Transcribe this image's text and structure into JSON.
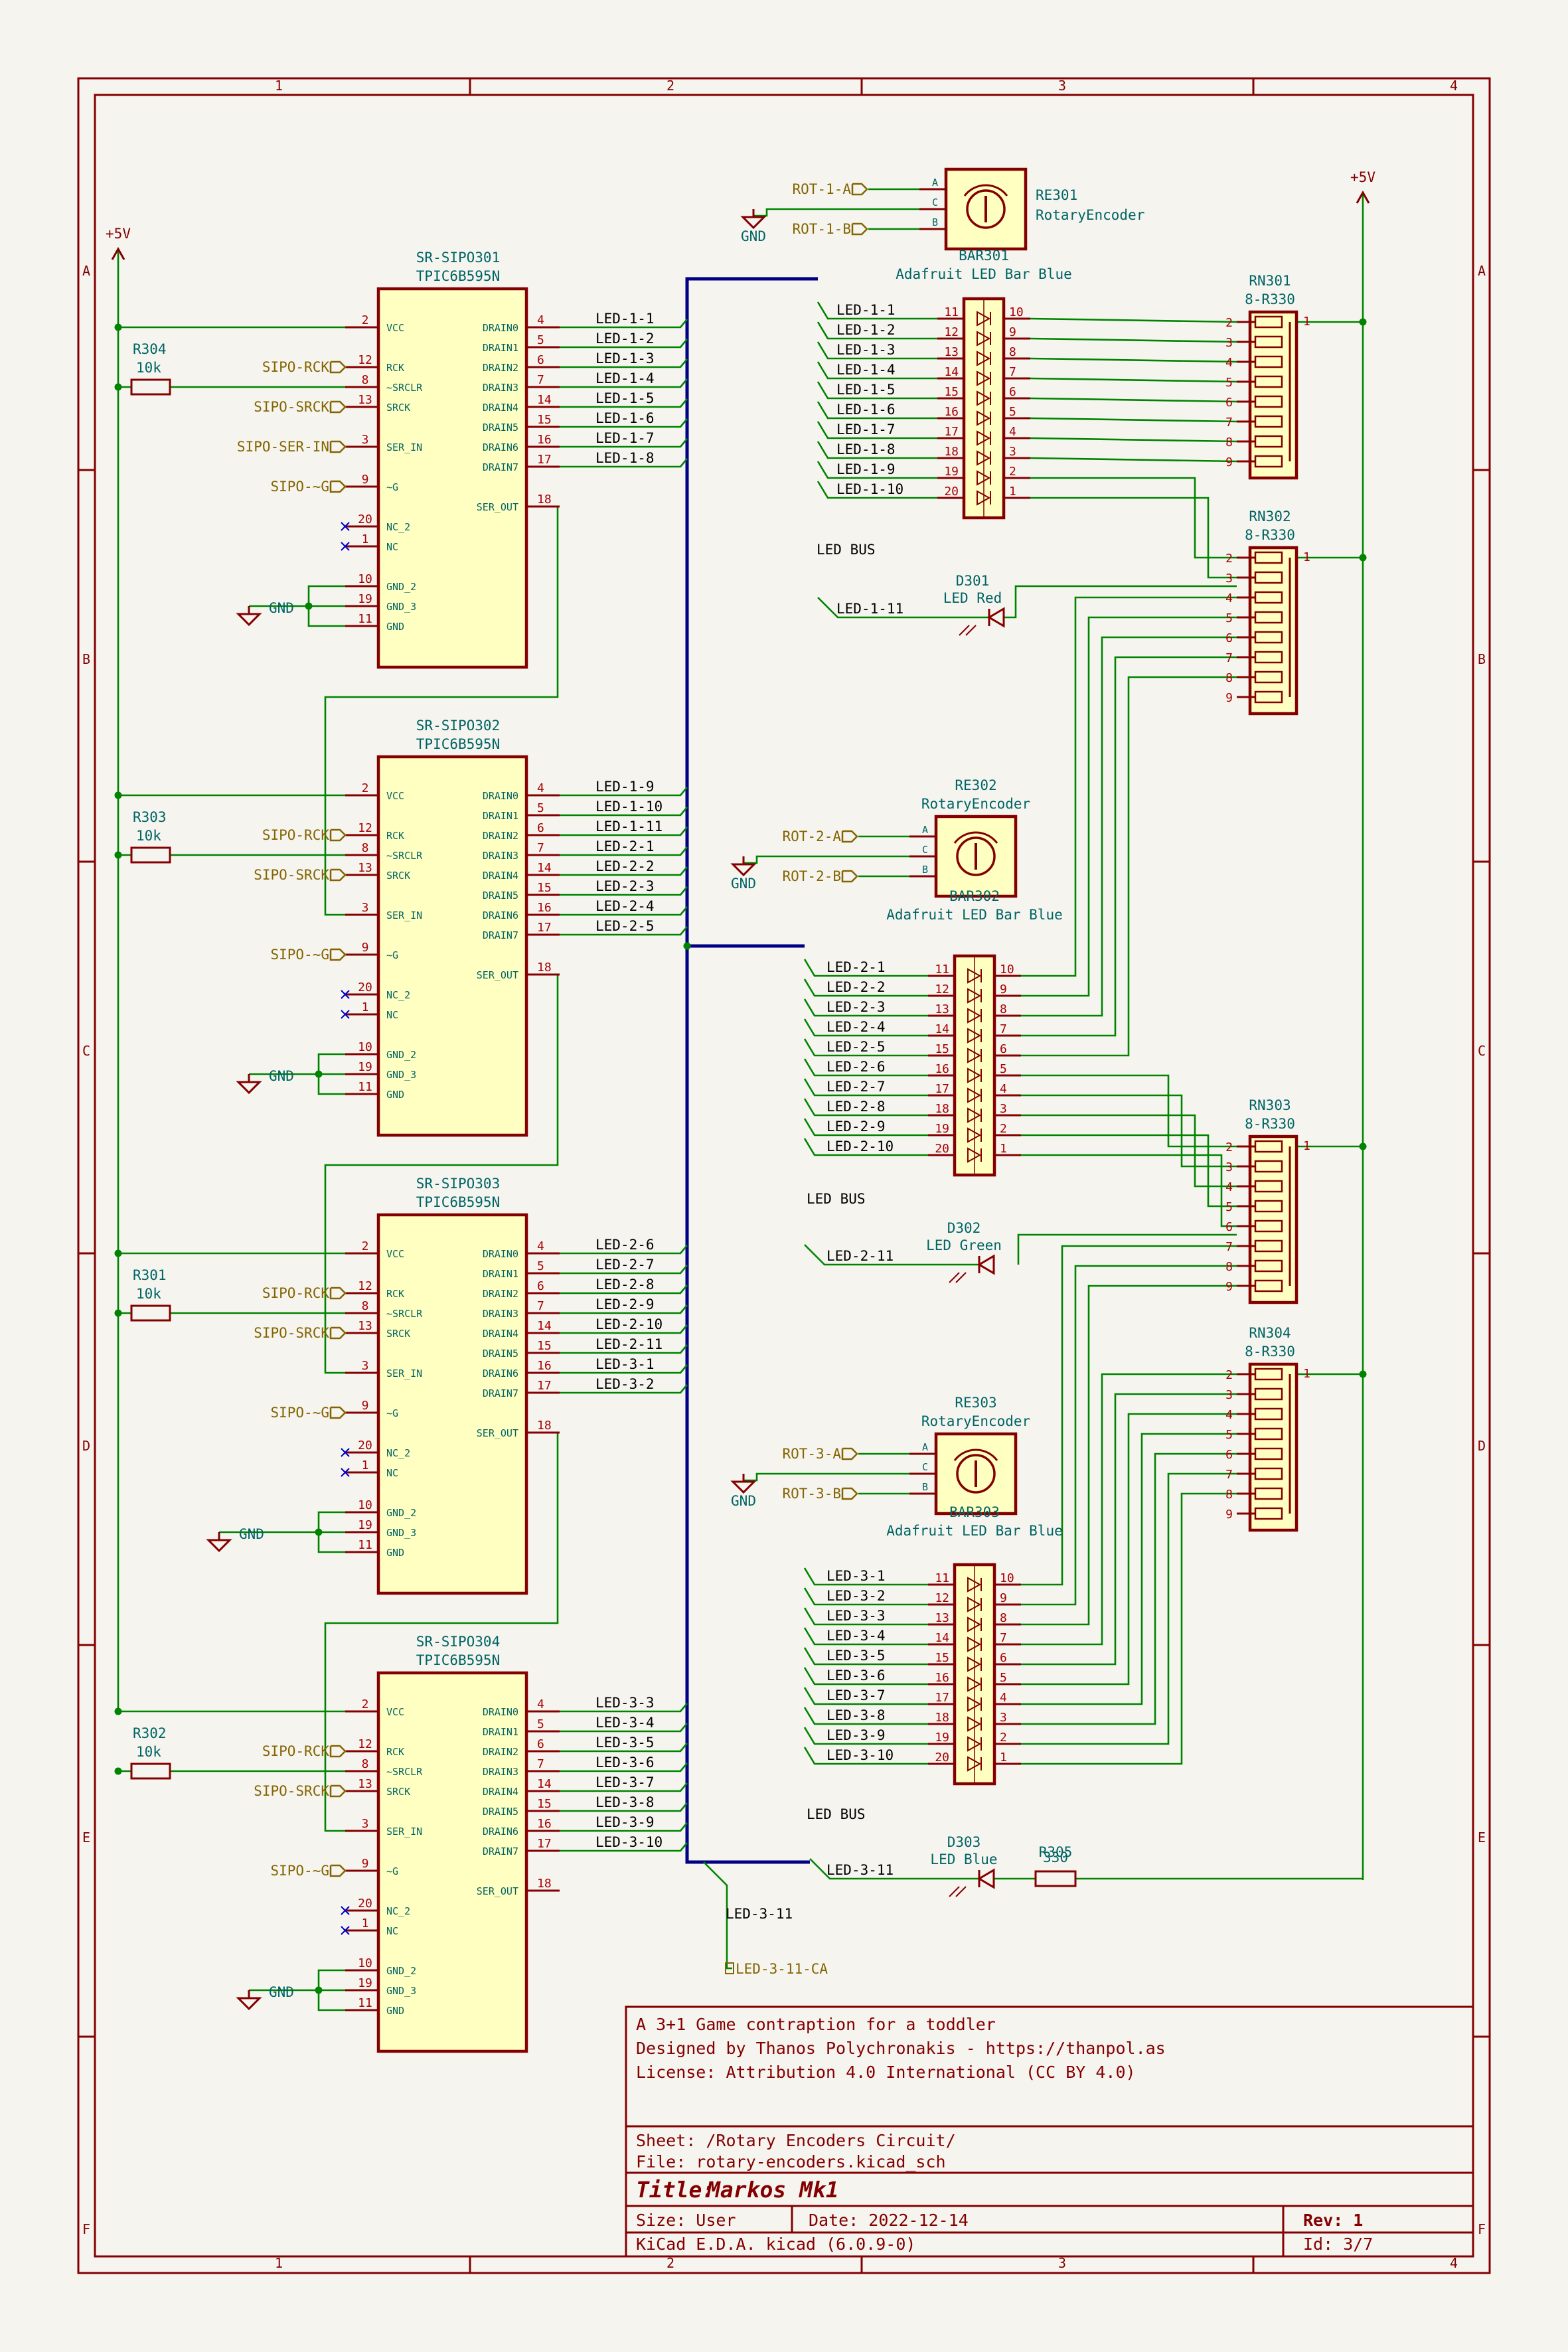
{
  "title_block": {
    "comment1": "A 3+1 Game contraption for a toddler",
    "comment2": "Designed by Thanos Polychronakis - https://thanpol.as",
    "comment3": "License: Attribution 4.0 International (CC BY 4.0)",
    "sheet": "Sheet: /Rotary Encoders Circuit/",
    "file": "File: rotary-encoders.kicad_sch",
    "title_label": "Title:",
    "title": "Markos Mk1",
    "size": "Size: User",
    "date": "Date: 2022-12-14",
    "rev": "Rev: 1",
    "tool": "KiCad E.D.A.  kicad (6.0.9-0)",
    "id": "Id: 3/7"
  },
  "zones": {
    "cols": [
      "1",
      "2",
      "3",
      "4"
    ],
    "rows": [
      "A",
      "B",
      "C",
      "D",
      "E",
      "F"
    ]
  },
  "power": {
    "vcc": "+5V",
    "gnd": "GND"
  },
  "labels": {
    "rot1a": "ROT-1-A",
    "rot1b": "ROT-1-B",
    "rot2a": "ROT-2-A",
    "rot2b": "ROT-2-B",
    "rot3a": "ROT-3-A",
    "rot3b": "ROT-3-B",
    "sipo_rck": "SIPO-RCK",
    "sipo_srck": "SIPO-SRCK",
    "sipo_ser": "SIPO-SER-IN",
    "sipo_g": "SIPO-~G",
    "led_bus": "LED BUS",
    "led311ca": "LED-3-11-CA",
    "led311": "LED-3-11"
  },
  "shift_registers": [
    {
      "ref": "SR-SIPO301",
      "value": "TPIC6B595N",
      "gnd_label": "GND",
      "res_ref": "R304",
      "res_val": "10k",
      "outputs": [
        "LED-1-1",
        "LED-1-2",
        "LED-1-3",
        "LED-1-4",
        "LED-1-5",
        "LED-1-6",
        "LED-1-7",
        "LED-1-8"
      ]
    },
    {
      "ref": "SR-SIPO302",
      "value": "TPIC6B595N",
      "gnd_label": "GND",
      "res_ref": "R303",
      "res_val": "10k",
      "outputs": [
        "LED-1-9",
        "LED-1-10",
        "LED-1-11",
        "LED-2-1",
        "LED-2-2",
        "LED-2-3",
        "LED-2-4",
        "LED-2-5"
      ]
    },
    {
      "ref": "SR-SIPO303",
      "value": "TPIC6B595N",
      "gnd_label": "GND",
      "res_ref": "R301",
      "res_val": "10k",
      "outputs": [
        "LED-2-6",
        "LED-2-7",
        "LED-2-8",
        "LED-2-9",
        "LED-2-10",
        "LED-2-11",
        "LED-3-1",
        "LED-3-2"
      ]
    },
    {
      "ref": "SR-SIPO304",
      "value": "TPIC6B595N",
      "gnd_label": "GND",
      "res_ref": "R302",
      "res_val": "10k",
      "outputs": [
        "LED-3-3",
        "LED-3-4",
        "LED-3-5",
        "LED-3-6",
        "LED-3-7",
        "LED-3-8",
        "LED-3-9",
        "LED-3-10"
      ]
    }
  ],
  "sr_pins": {
    "left_names": [
      "VCC",
      "RCK",
      "~SRCLR",
      "SRCK",
      "SER_IN",
      "~G",
      "NC_2",
      "NC",
      "GND_2",
      "GND_3",
      "GND"
    ],
    "left_nums": [
      "2",
      "12",
      "8",
      "13",
      "3",
      "9",
      "20",
      "1",
      "10",
      "19",
      "11"
    ],
    "right_names": [
      "DRAIN0",
      "DRAIN1",
      "DRAIN2",
      "DRAIN3",
      "DRAIN4",
      "DRAIN5",
      "DRAIN6",
      "DRAIN7",
      "SER_OUT"
    ],
    "right_nums": [
      "4",
      "5",
      "6",
      "7",
      "14",
      "15",
      "16",
      "17",
      "18"
    ]
  },
  "encoders": [
    {
      "ref": "RE301",
      "value": "RotaryEncoder",
      "gnd": "GND",
      "pins": [
        "A",
        "C",
        "B"
      ]
    },
    {
      "ref": "RE302",
      "value": "RotaryEncoder",
      "gnd": "GND",
      "pins": [
        "A",
        "C",
        "B"
      ]
    },
    {
      "ref": "RE303",
      "value": "RotaryEncoder",
      "gnd": "GND",
      "pins": [
        "A",
        "C",
        "B"
      ]
    }
  ],
  "bargraphs": [
    {
      "ref": "BAR301",
      "value": "Adafruit LED Bar Blue",
      "nets": [
        "LED-1-1",
        "LED-1-2",
        "LED-1-3",
        "LED-1-4",
        "LED-1-5",
        "LED-1-6",
        "LED-1-7",
        "LED-1-8",
        "LED-1-9",
        "LED-1-10"
      ]
    },
    {
      "ref": "BAR302",
      "value": "Adafruit LED Bar Blue",
      "nets": [
        "LED-2-1",
        "LED-2-2",
        "LED-2-3",
        "LED-2-4",
        "LED-2-5",
        "LED-2-6",
        "LED-2-7",
        "LED-2-8",
        "LED-2-9",
        "LED-2-10"
      ]
    },
    {
      "ref": "BAR303",
      "value": "Adafruit LED Bar Blue",
      "nets": [
        "LED-3-1",
        "LED-3-2",
        "LED-3-3",
        "LED-3-4",
        "LED-3-5",
        "LED-3-6",
        "LED-3-7",
        "LED-3-8",
        "LED-3-9",
        "LED-3-10"
      ]
    }
  ],
  "bar_pins": {
    "left": [
      "11",
      "12",
      "13",
      "14",
      "15",
      "16",
      "17",
      "18",
      "19",
      "20"
    ],
    "right": [
      "10",
      "9",
      "8",
      "7",
      "6",
      "5",
      "4",
      "3",
      "2",
      "1"
    ]
  },
  "resnets": [
    {
      "ref": "RN301",
      "value": "8-R330"
    },
    {
      "ref": "RN302",
      "value": "8-R330"
    },
    {
      "ref": "RN303",
      "value": "8-R330"
    },
    {
      "ref": "RN304",
      "value": "8-R330"
    }
  ],
  "rn_pins": {
    "left": [
      "2",
      "3",
      "4",
      "5",
      "6",
      "7",
      "8",
      "9"
    ],
    "common": "1"
  },
  "diodes": [
    {
      "ref": "D301",
      "value": "LED Red",
      "net": "LED-1-11"
    },
    {
      "ref": "D302",
      "value": "LED Green",
      "net": "LED-2-11"
    },
    {
      "ref": "D303",
      "value": "LED Blue",
      "net": "LED-3-11"
    }
  ],
  "r305": {
    "ref": "R305",
    "value": "330"
  }
}
